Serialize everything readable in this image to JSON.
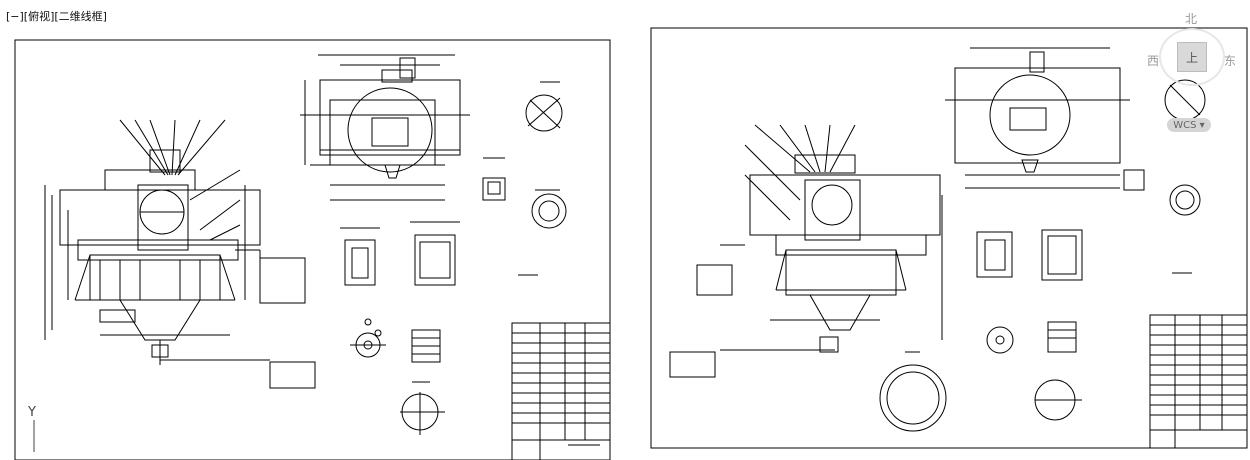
{
  "viewport": {
    "label": "[−][俯视][二维线框]",
    "controls": [
      "−",
      "俯视",
      "二维线框"
    ]
  },
  "viewcube": {
    "north": "北",
    "west": "西",
    "east": "东",
    "top": "上",
    "wcs": "WCS ▾"
  },
  "ucs": {
    "y_axis": "Y"
  },
  "colors": {
    "background": "#ffffff",
    "linework": "#000000",
    "viewcube": "#d9d9d9"
  }
}
